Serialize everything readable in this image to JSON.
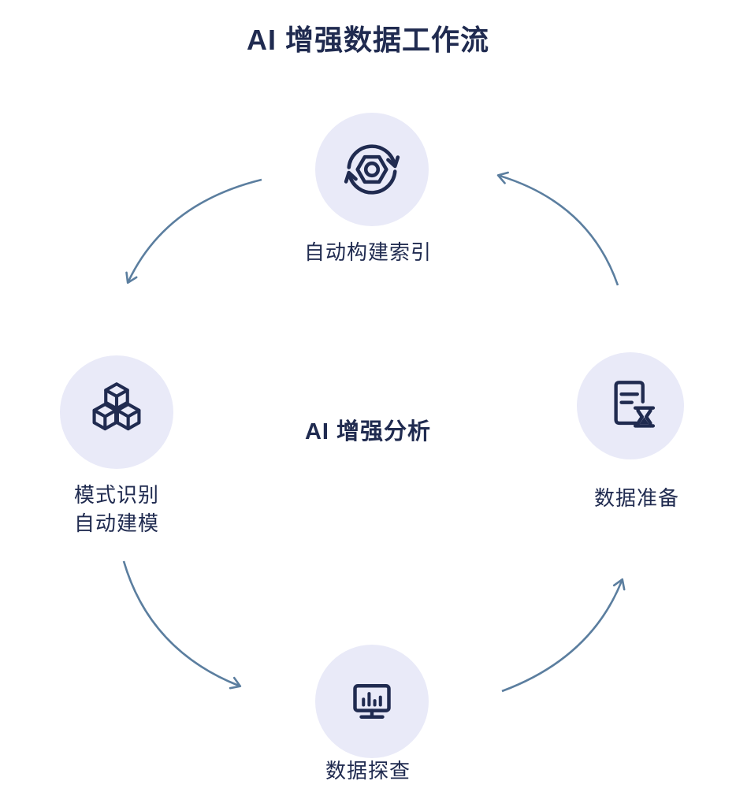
{
  "title": "AI 增强数据工作流",
  "center_label": "AI 增强分析",
  "nodes": {
    "top": {
      "label": "自动构建索引",
      "icon": "sync-gear-icon"
    },
    "left": {
      "label1": "模式识别",
      "label2": "自动建模",
      "icon": "cubes-icon"
    },
    "bottom": {
      "label": "数据探查",
      "icon": "monitor-chart-icon"
    },
    "right": {
      "label": "数据准备",
      "icon": "document-hourglass-icon"
    }
  },
  "flow_order": [
    "top",
    "left",
    "bottom",
    "right"
  ],
  "colors": {
    "primary_dark": "#202b50",
    "node_background": "#e9eaf8",
    "arrow": "#5b7e9f",
    "background": "#ffffff"
  }
}
